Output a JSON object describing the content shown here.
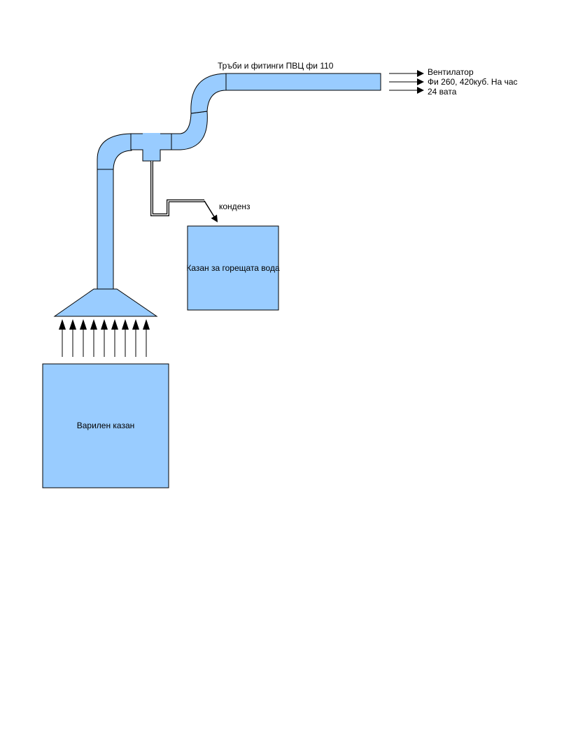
{
  "colors": {
    "fill": "#99ccff",
    "stroke": "#000000"
  },
  "labels": {
    "pipes": "Тръби и фитинги ПВЦ фи 110",
    "fan_line1": "Вентилатор",
    "fan_line2": "Фи 260, 420куб. На час",
    "fan_line3": "24 вата",
    "condensate": "конденз",
    "hot_water_boiler": "Казан за горещата вода",
    "brewing_boiler": "Варилен казан"
  }
}
